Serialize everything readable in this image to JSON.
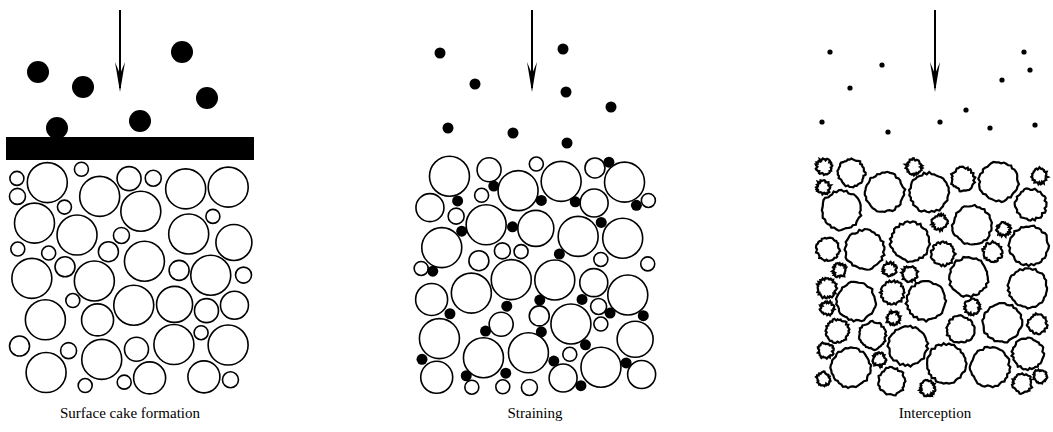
{
  "diagram": {
    "labels": [
      "Surface cake formation",
      "Straining",
      "Interception"
    ]
  }
}
